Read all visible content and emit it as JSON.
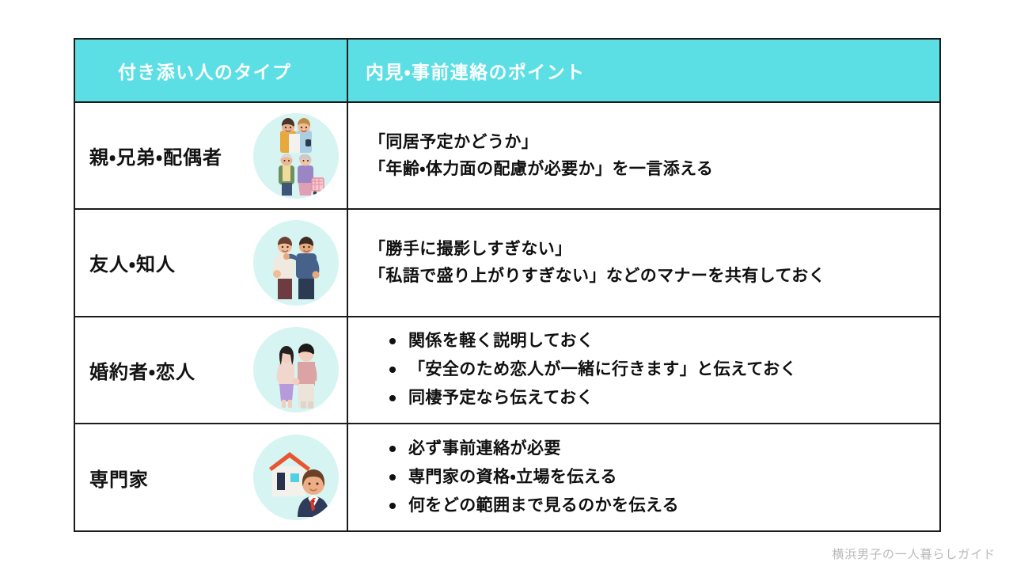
{
  "table": {
    "headers": {
      "type_column": "付き添い人のタイプ",
      "points_column": "内見・事前連絡のポイント"
    },
    "rows": [
      {
        "type_label": "親・兄弟・配偶者",
        "illustration": "family-parents-siblings-spouse-illustration",
        "points_style": "lines",
        "points": [
          "「同居予定かどうか」",
          "「年齢・体力面の配慮が必要か」を一言添える"
        ]
      },
      {
        "type_label": "友人・知人",
        "illustration": "two-friends-illustration",
        "points_style": "lines",
        "points": [
          "「勝手に撮影しすぎない」",
          "「私語で盛り上がりすぎない」などのマナーを共有しておく"
        ]
      },
      {
        "type_label": "婚約者・恋人",
        "illustration": "couple-illustration",
        "points_style": "bullets",
        "points": [
          "関係を軽く説明しておく",
          "「安全のため恋人が一緒に行きます」と伝えておく",
          "同棲予定なら伝えておく"
        ]
      },
      {
        "type_label": "専門家",
        "illustration": "real-estate-agent-with-house-illustration",
        "points_style": "bullets",
        "points": [
          "必ず事前連絡が必要",
          "専門家の資格・立場を伝える",
          "何をどの範囲まで見るのかを伝える"
        ]
      }
    ]
  },
  "watermark": "横浜男子の一人暮らしガイド",
  "colors": {
    "header_background": "#5bdfe5",
    "header_text": "#ffffff",
    "border": "#1b1b1b",
    "body_text": "#101010",
    "illustration_circle": "#d6f4f2",
    "watermark_text": "#b9b9b9"
  }
}
